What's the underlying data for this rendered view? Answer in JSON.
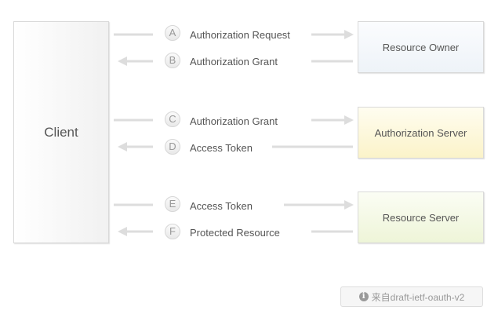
{
  "boxes": {
    "client": "Client",
    "resource_owner": "Resource Owner",
    "authorization_server": "Authorization Server",
    "resource_server": "Resource Server"
  },
  "steps": [
    {
      "letter": "A",
      "label": "Authorization Request"
    },
    {
      "letter": "B",
      "label": "Authorization Grant"
    },
    {
      "letter": "C",
      "label": "Authorization Grant"
    },
    {
      "letter": "D",
      "label": "Access Token"
    },
    {
      "letter": "E",
      "label": "Access Token"
    },
    {
      "letter": "F",
      "label": "Protected Resource"
    }
  ],
  "source": {
    "icon": "info-icon",
    "text": "来自draft-ietf-oauth-v2"
  },
  "colors": {
    "arrow": "#dddddd",
    "resource_owner_fill": "#eef3f8",
    "authorization_server_fill": "#fbf3c9",
    "resource_server_fill": "#eef5d8"
  }
}
